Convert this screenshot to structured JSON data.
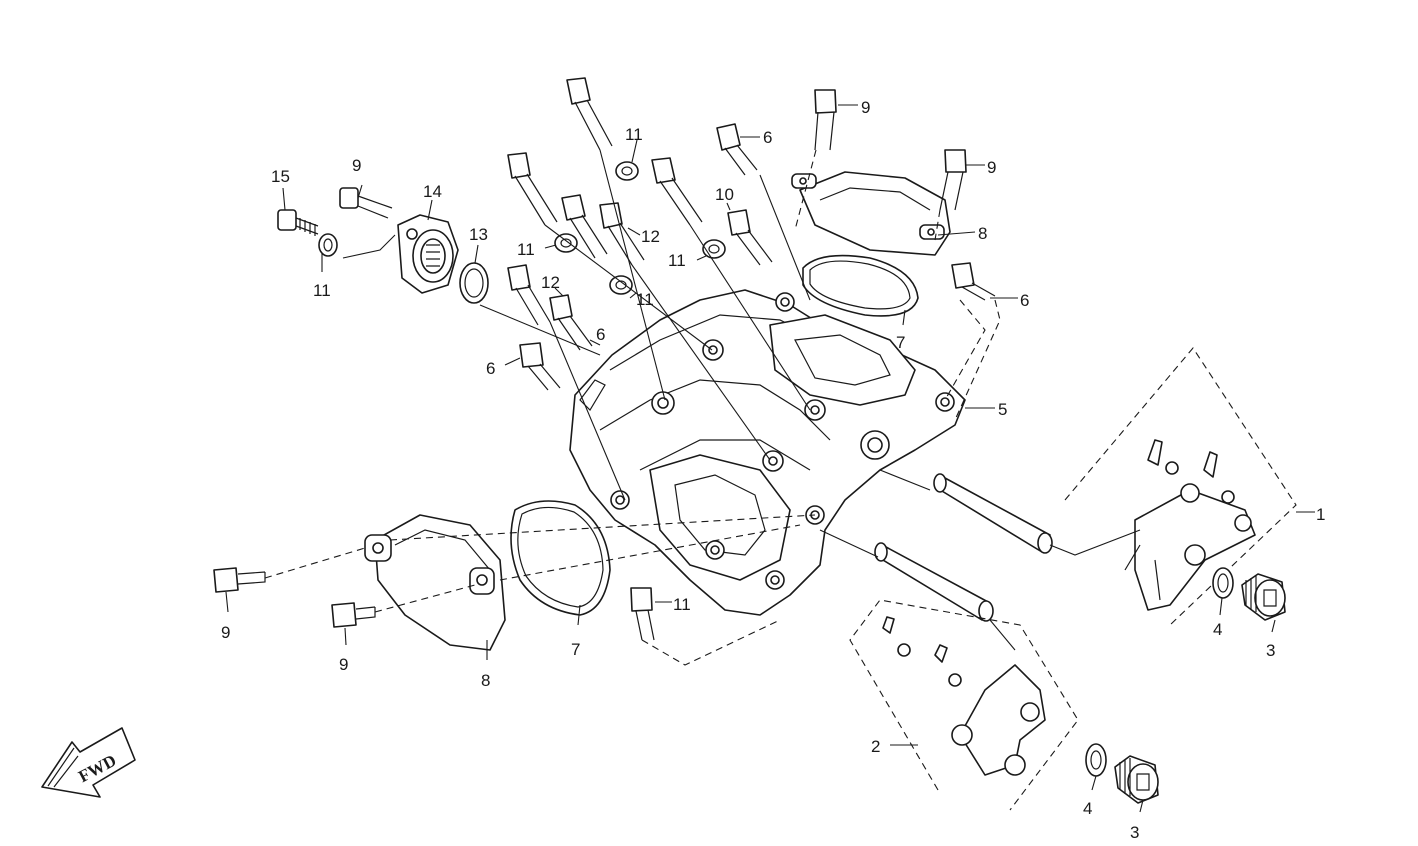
{
  "callouts": [
    {
      "id": "c1",
      "text": "1"
    },
    {
      "id": "c2",
      "text": "2"
    },
    {
      "id": "c3a",
      "text": "3"
    },
    {
      "id": "c3b",
      "text": "3"
    },
    {
      "id": "c4a",
      "text": "4"
    },
    {
      "id": "c4b",
      "text": "4"
    },
    {
      "id": "c5",
      "text": "5"
    },
    {
      "id": "c6a",
      "text": "6"
    },
    {
      "id": "c6b",
      "text": "6"
    },
    {
      "id": "c6c",
      "text": "6"
    },
    {
      "id": "c6d",
      "text": "6"
    },
    {
      "id": "c7a",
      "text": "7"
    },
    {
      "id": "c7b",
      "text": "7"
    },
    {
      "id": "c8a",
      "text": "8"
    },
    {
      "id": "c8b",
      "text": "8"
    },
    {
      "id": "c9a",
      "text": "9"
    },
    {
      "id": "c9b",
      "text": "9"
    },
    {
      "id": "c9c",
      "text": "9"
    },
    {
      "id": "c9d",
      "text": "9"
    },
    {
      "id": "c9e",
      "text": "9"
    },
    {
      "id": "c10",
      "text": "10"
    },
    {
      "id": "c11a",
      "text": "11"
    },
    {
      "id": "c11b",
      "text": "11"
    },
    {
      "id": "c11c",
      "text": "11"
    },
    {
      "id": "c11d",
      "text": "11"
    },
    {
      "id": "c11e",
      "text": "11"
    },
    {
      "id": "c11f",
      "text": "11"
    },
    {
      "id": "c12a",
      "text": "12"
    },
    {
      "id": "c12b",
      "text": "12"
    },
    {
      "id": "c13",
      "text": "13"
    },
    {
      "id": "c14",
      "text": "14"
    },
    {
      "id": "c15",
      "text": "15"
    }
  ],
  "fwd_label": "FWD",
  "colors": {
    "line": "#1a1a1a",
    "background": "#ffffff"
  }
}
